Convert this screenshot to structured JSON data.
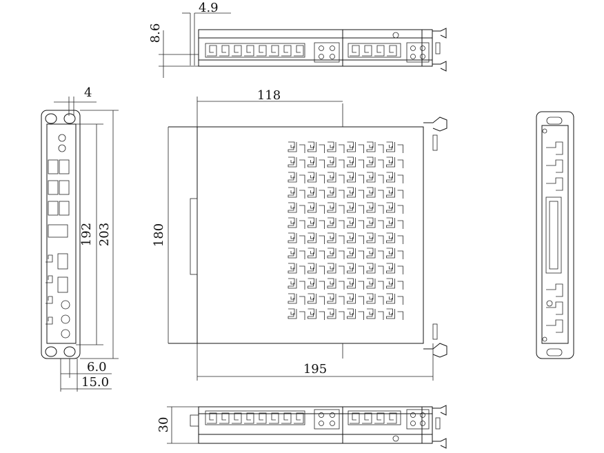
{
  "colors": {
    "line": "#111111",
    "background": "#ffffff"
  },
  "dimensions": {
    "top_view_offset": "4.9",
    "top_view_height": "8.6",
    "front_panel_tab": "4",
    "front_panel_inner_height": "192",
    "front_panel_outer_height": "203",
    "front_panel_offset_small": "6.0",
    "front_panel_offset_large": "15.0",
    "side_view_partial_width": "118",
    "side_view_height": "180",
    "side_view_width": "195",
    "bottom_view_height": "30"
  }
}
